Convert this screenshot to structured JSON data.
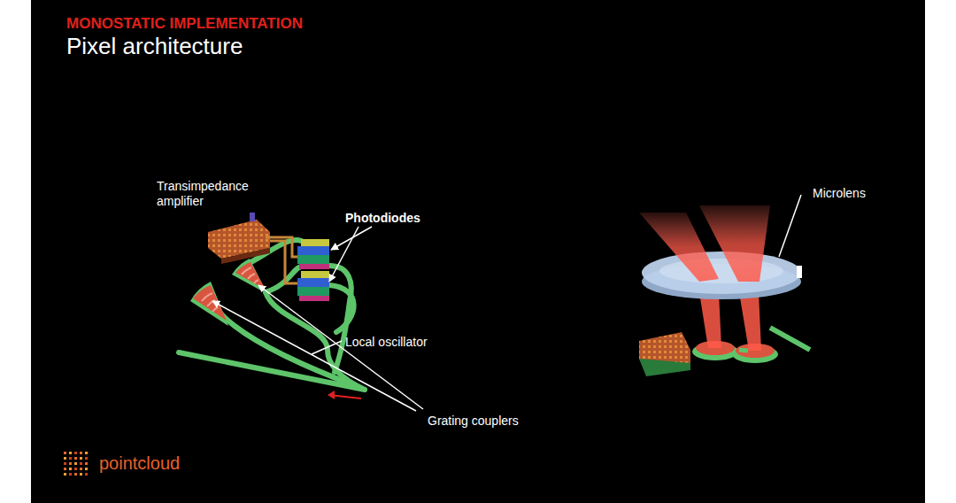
{
  "diagram": {
    "title": "Pixel architecture",
    "labels": [
      "MONOSTATIC IMPLEMENTATION",
      "Transimpedance amplifier",
      "Photodiodes",
      "Local oscillator",
      "Grating couplers",
      "Microlens",
      "pointcloud"
    ]
  }
}
